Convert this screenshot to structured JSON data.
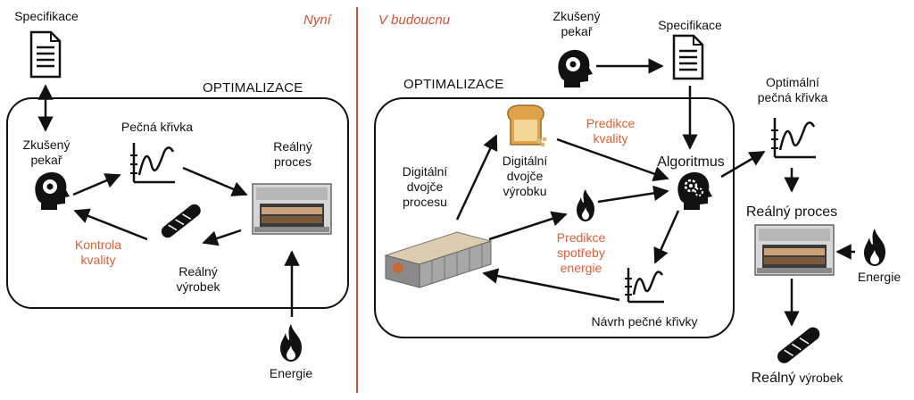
{
  "header": {
    "now": "Nyní",
    "future": "V budoucnu"
  },
  "left": {
    "specifikace": "Specifikace",
    "optimalizace": "OPTIMALIZACE",
    "zkuseny_pekar": "Zkušený\npekař",
    "pecna_krivka": "Pečná křivka",
    "realny_proces": "Reálný\nproces",
    "kontrola_kvality": "Kontrola\nkvality",
    "realny_vyrobek": "Reálný\nvýrobek",
    "energie": "Energie"
  },
  "right": {
    "zkuseny_pekar": "Zkušený\npekař",
    "specifikace": "Specifikace",
    "optimalizace": "OPTIMALIZACE",
    "dd_procesu": "Digitální\ndvojče\nprocesu",
    "dd_vyrobku": "Digitální\ndvojče\nvýrobku",
    "predikce_kvality": "Predikce\nkvality",
    "algoritmus": "Algoritmus",
    "predikce_spotreby": "Predikce\nspotřeby\nenergie",
    "navrh_krivky": "Návrh pečné křivky",
    "optimalni_krivka": "Optimální\npečná křivka",
    "realny_proces": "Reálný proces",
    "energie": "Energie",
    "realny_vyrobek_word1": "Reálný",
    "realny_vyrobek_word2": "výrobek"
  },
  "colors": {
    "accent": "#d9603b",
    "divider": "#c8563a",
    "ink": "#111111"
  }
}
